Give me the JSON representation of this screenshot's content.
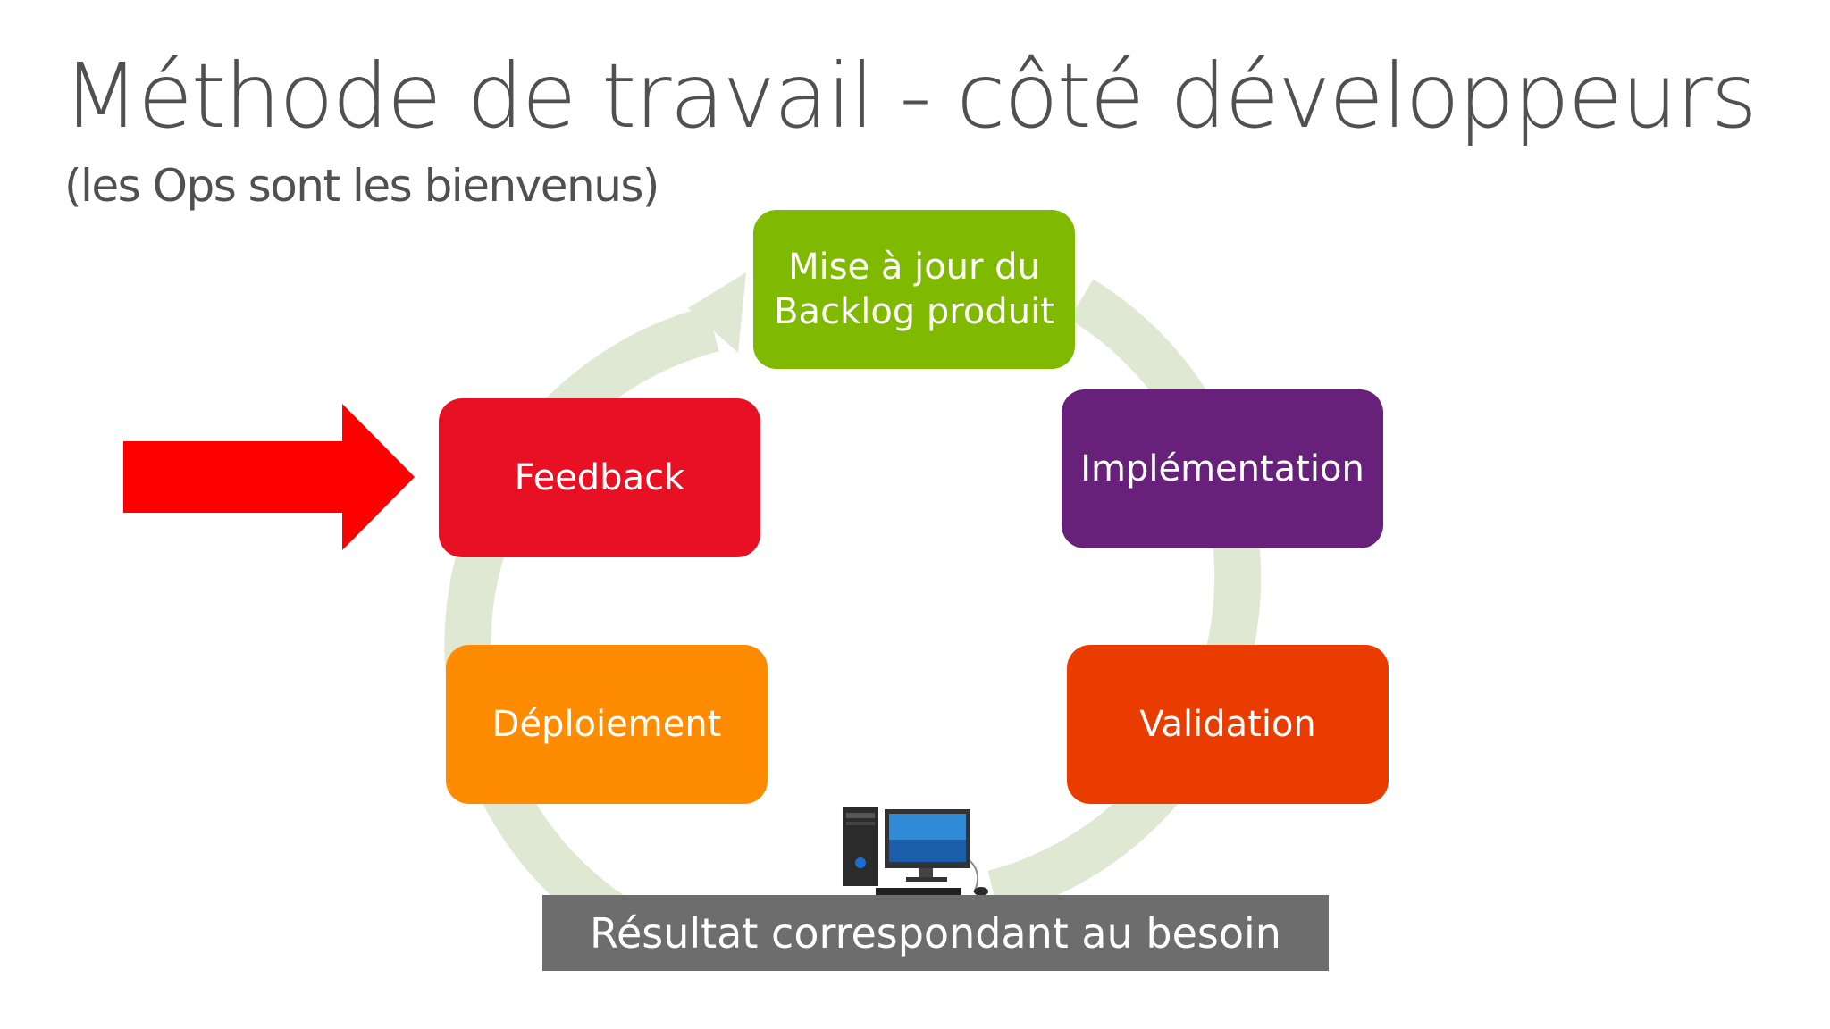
{
  "slide": {
    "title": "Méthode de travail - côté développeurs",
    "subtitle": "(les Ops sont les bienvenus)"
  },
  "cycle": {
    "ring_color": "#dfe8d3",
    "steps": [
      {
        "id": "backlog",
        "label": "Mise à jour du\nBacklog produit",
        "color": "#7fba00"
      },
      {
        "id": "impl",
        "label": "Implémentation",
        "color": "#68217a"
      },
      {
        "id": "valid",
        "label": "Validation",
        "color": "#eb3c00"
      },
      {
        "id": "deploy",
        "label": "Déploiement",
        "color": "#ff8c00"
      },
      {
        "id": "feedback",
        "label": "Feedback",
        "color": "#e81123"
      }
    ]
  },
  "pointer": {
    "color": "#ff0000",
    "icon": "red-arrow-icon"
  },
  "result": {
    "label": "Résultat correspondant au besoin",
    "color": "#6d6d6d"
  },
  "icons": {
    "computer": "desktop-computer-icon"
  }
}
